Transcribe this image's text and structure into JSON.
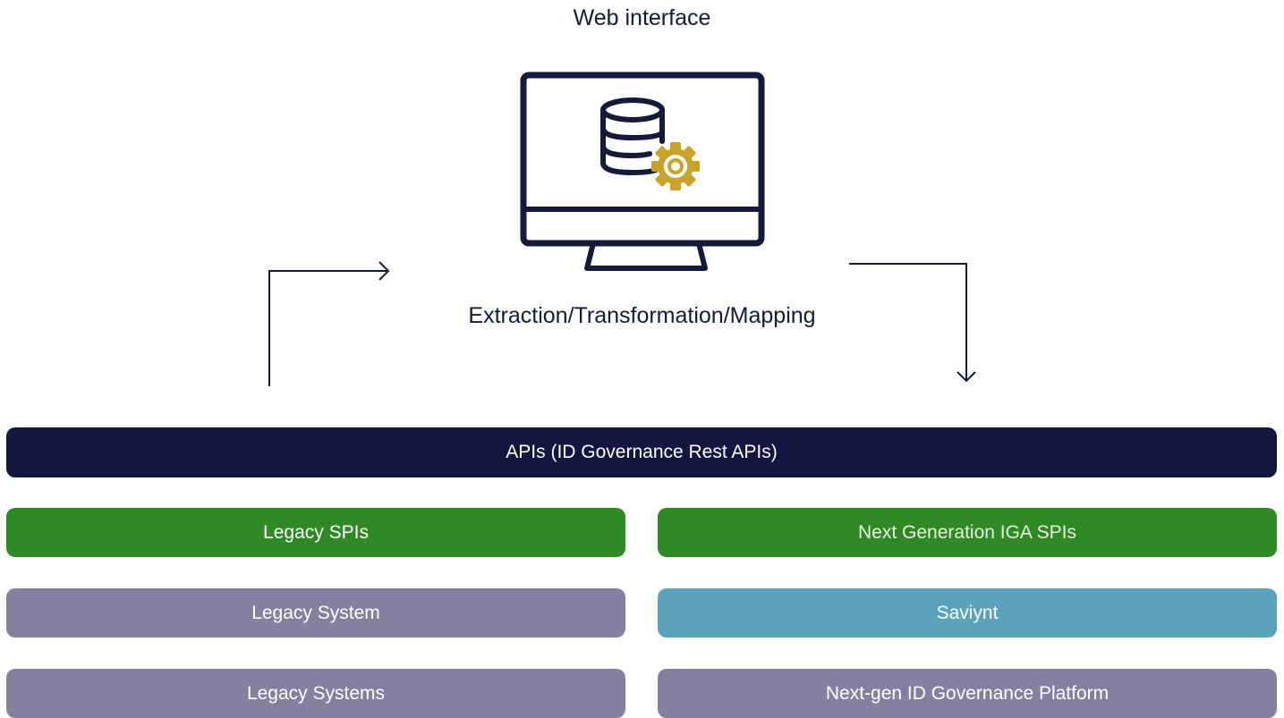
{
  "header": {
    "title": "Web interface"
  },
  "monitor": {
    "icon": "database-gear-icon",
    "caption": "Extraction/Transformation/Mapping"
  },
  "api_bar": {
    "label": "APIs (ID Governance Rest APIs)"
  },
  "left_column": {
    "spi": "Legacy SPIs",
    "system": "Legacy System",
    "systems": "Legacy Systems"
  },
  "right_column": {
    "spi": "Next Generation IGA SPIs",
    "product": "Saviynt",
    "platform": "Next-gen ID Governance Platform"
  },
  "colors": {
    "navy": "#121640",
    "outline": "#161a3a",
    "gear": "#c9a22a",
    "green": "#2f8a25",
    "grey": "#8481a0",
    "teal": "#5ba2bb"
  }
}
